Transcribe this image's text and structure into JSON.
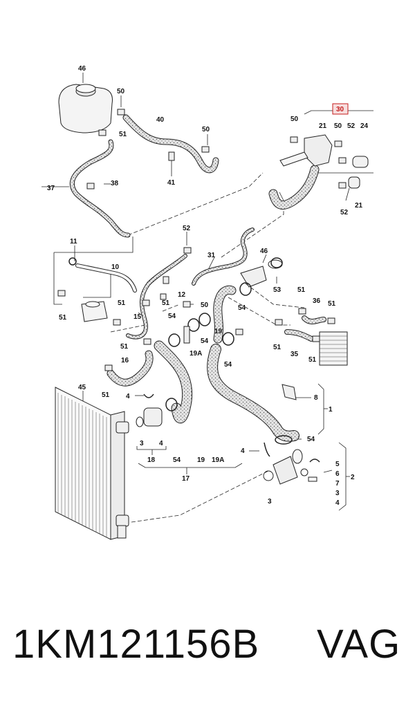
{
  "diagram": {
    "callouts": {
      "c46_tank": "46",
      "c50_a": "50",
      "c51_a": "51",
      "c40": "40",
      "c50_b": "50",
      "c41": "41",
      "c37": "37",
      "c38": "38",
      "c30": "30",
      "c50_c": "50",
      "c21_a": "21",
      "c50_d": "50",
      "c52_a": "52",
      "c24": "24",
      "c52_b": "52",
      "c21_b": "21",
      "c52_c": "52",
      "c11": "11",
      "c10": "10",
      "c51_b": "51",
      "c31": "31",
      "c46_b": "46",
      "c53": "53",
      "c51_c": "51",
      "c51_d": "51",
      "c12": "12",
      "c50_e": "50",
      "c54_a": "54",
      "c51_e": "51",
      "c36": "36",
      "c51_f": "51",
      "c15": "15",
      "c54_b": "54",
      "c54_c": "54",
      "c19_a": "19",
      "c51_g": "51",
      "c19A_a": "19A",
      "c51_h": "51",
      "c35": "35",
      "c51_i": "51",
      "c16": "16",
      "c54_d": "54",
      "c51_j": "51",
      "c45": "45",
      "c4_a": "4",
      "c8": "8",
      "c1": "1",
      "c3_a": "3",
      "c4_b": "4",
      "c54_e": "54",
      "c18": "18",
      "c54_f": "54",
      "c19_b": "19",
      "c19A_b": "19A",
      "c17": "17",
      "c4_c": "4",
      "c5": "5",
      "c6": "6",
      "c7": "7",
      "c2": "2",
      "c3_b": "3",
      "c3_c": "3",
      "c4_d": "4"
    }
  },
  "footer": {
    "part_number": "1KM121156B",
    "brand": "VAG"
  },
  "colors": {
    "line": "#1a1a1a",
    "hose_fill": "#d9d9d9",
    "dot": "#555555",
    "highlight": "#c41e1e",
    "highlight_bg": "#f7dede"
  }
}
